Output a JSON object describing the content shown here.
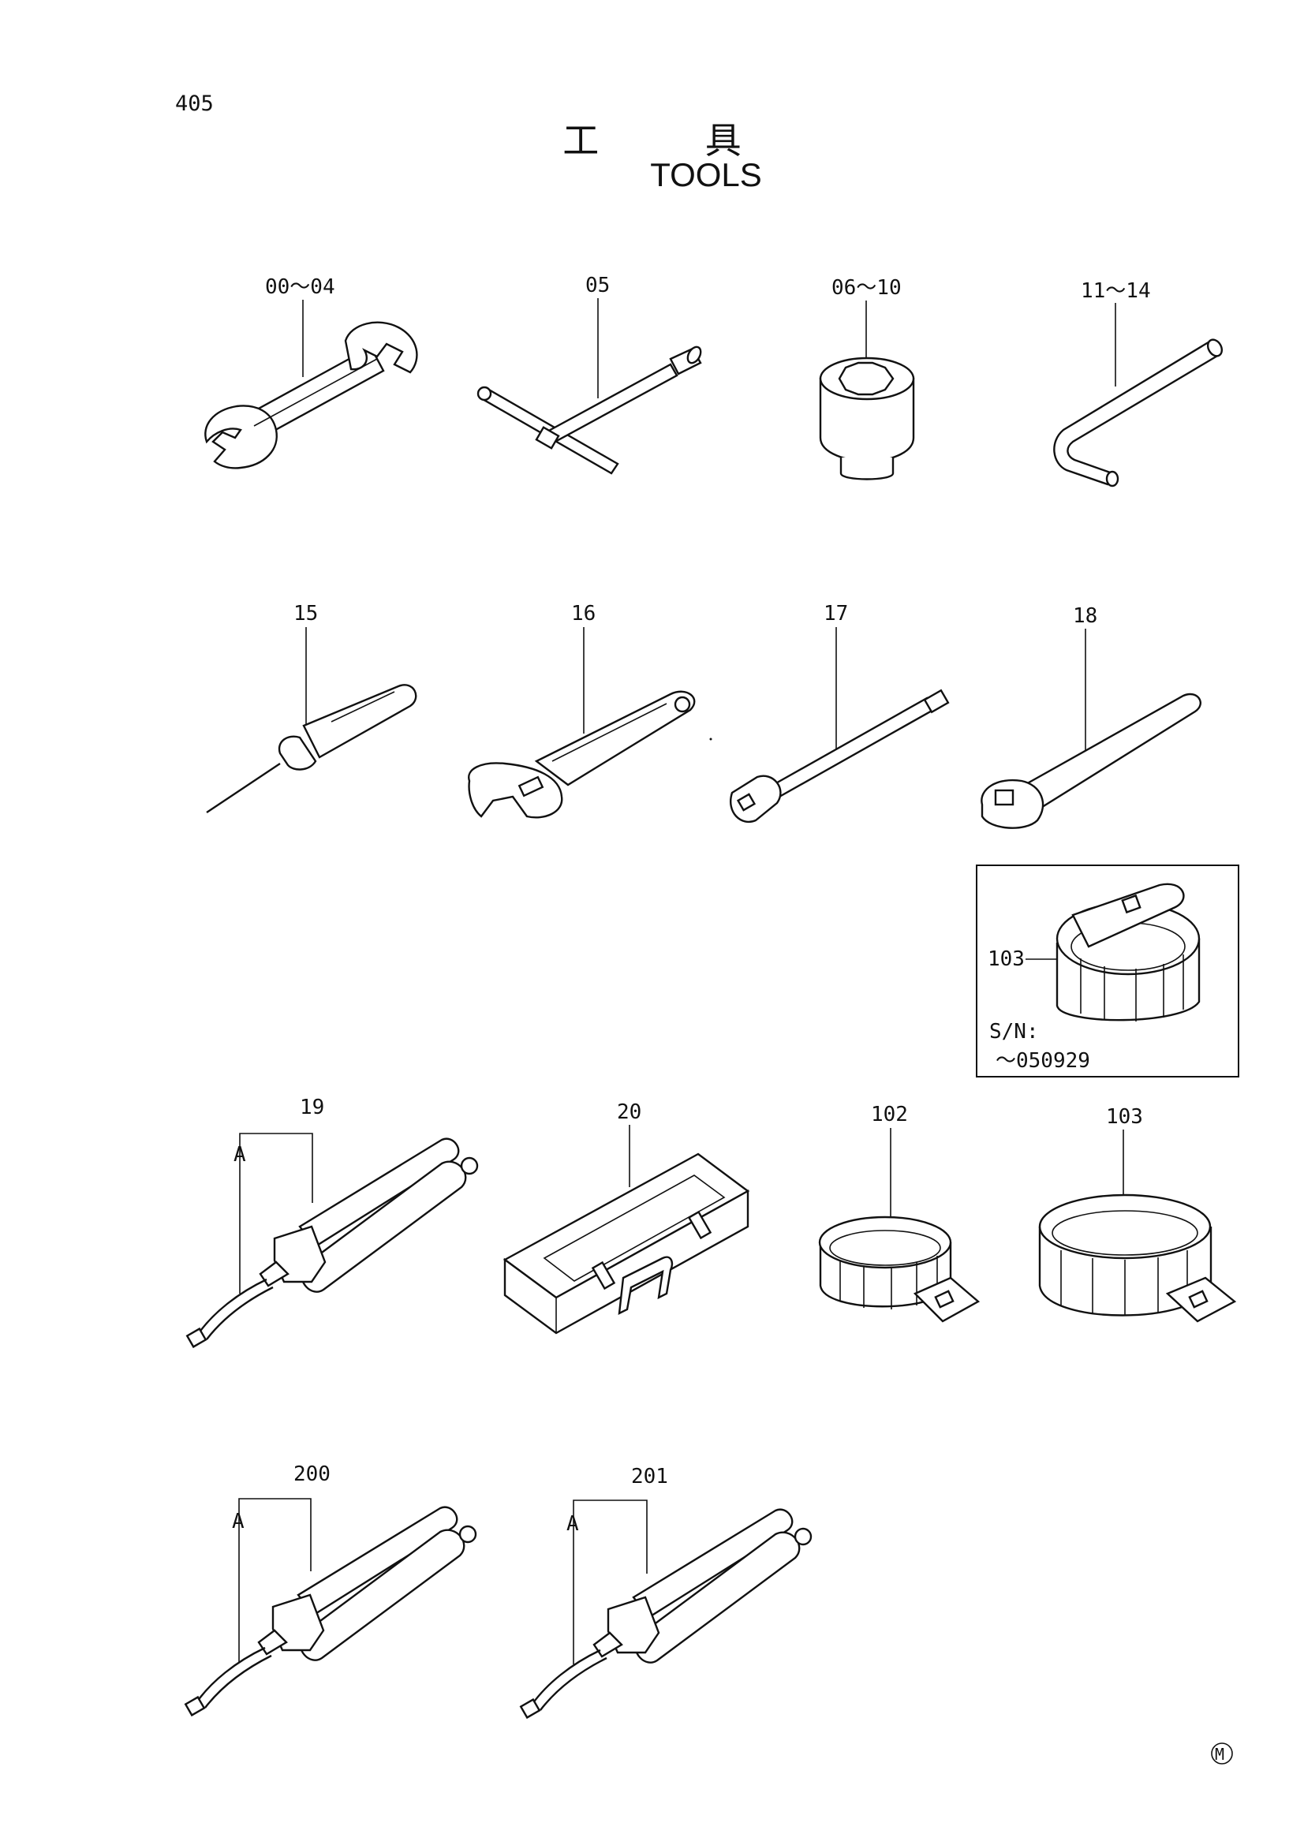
{
  "page": {
    "number": "405",
    "title_jp": "工 具",
    "title_en": "TOOLS"
  },
  "parts": [
    {
      "label": "00～04",
      "icon": "double-open-end-wrench-icon"
    },
    {
      "label": "05",
      "icon": "t-handle-socket-wrench-icon"
    },
    {
      "label": "06～10",
      "icon": "socket-icon"
    },
    {
      "label": "11～14",
      "icon": "hex-key-icon"
    },
    {
      "label": "15",
      "icon": "screwdriver-icon"
    },
    {
      "label": "16",
      "icon": "adjustable-wrench-icon"
    },
    {
      "label": "17",
      "icon": "extension-bar-icon"
    },
    {
      "label": "18",
      "icon": "ratchet-handle-icon"
    },
    {
      "label": "19",
      "icon": "grease-gun-icon",
      "sub_label": "A"
    },
    {
      "label": "20",
      "icon": "tool-box-icon"
    },
    {
      "label": "102",
      "icon": "filter-wrench-icon"
    },
    {
      "label": "103",
      "icon": "filter-wrench-large-icon"
    },
    {
      "label": "200",
      "icon": "grease-gun-icon",
      "sub_label": "A"
    },
    {
      "label": "201",
      "icon": "grease-gun-icon",
      "sub_label": "A"
    }
  ],
  "inset": {
    "label": "103",
    "serial_heading": "S/N:",
    "serial_range": "～050929",
    "icon": "filter-cap-wrench-icon"
  },
  "mark": "M"
}
